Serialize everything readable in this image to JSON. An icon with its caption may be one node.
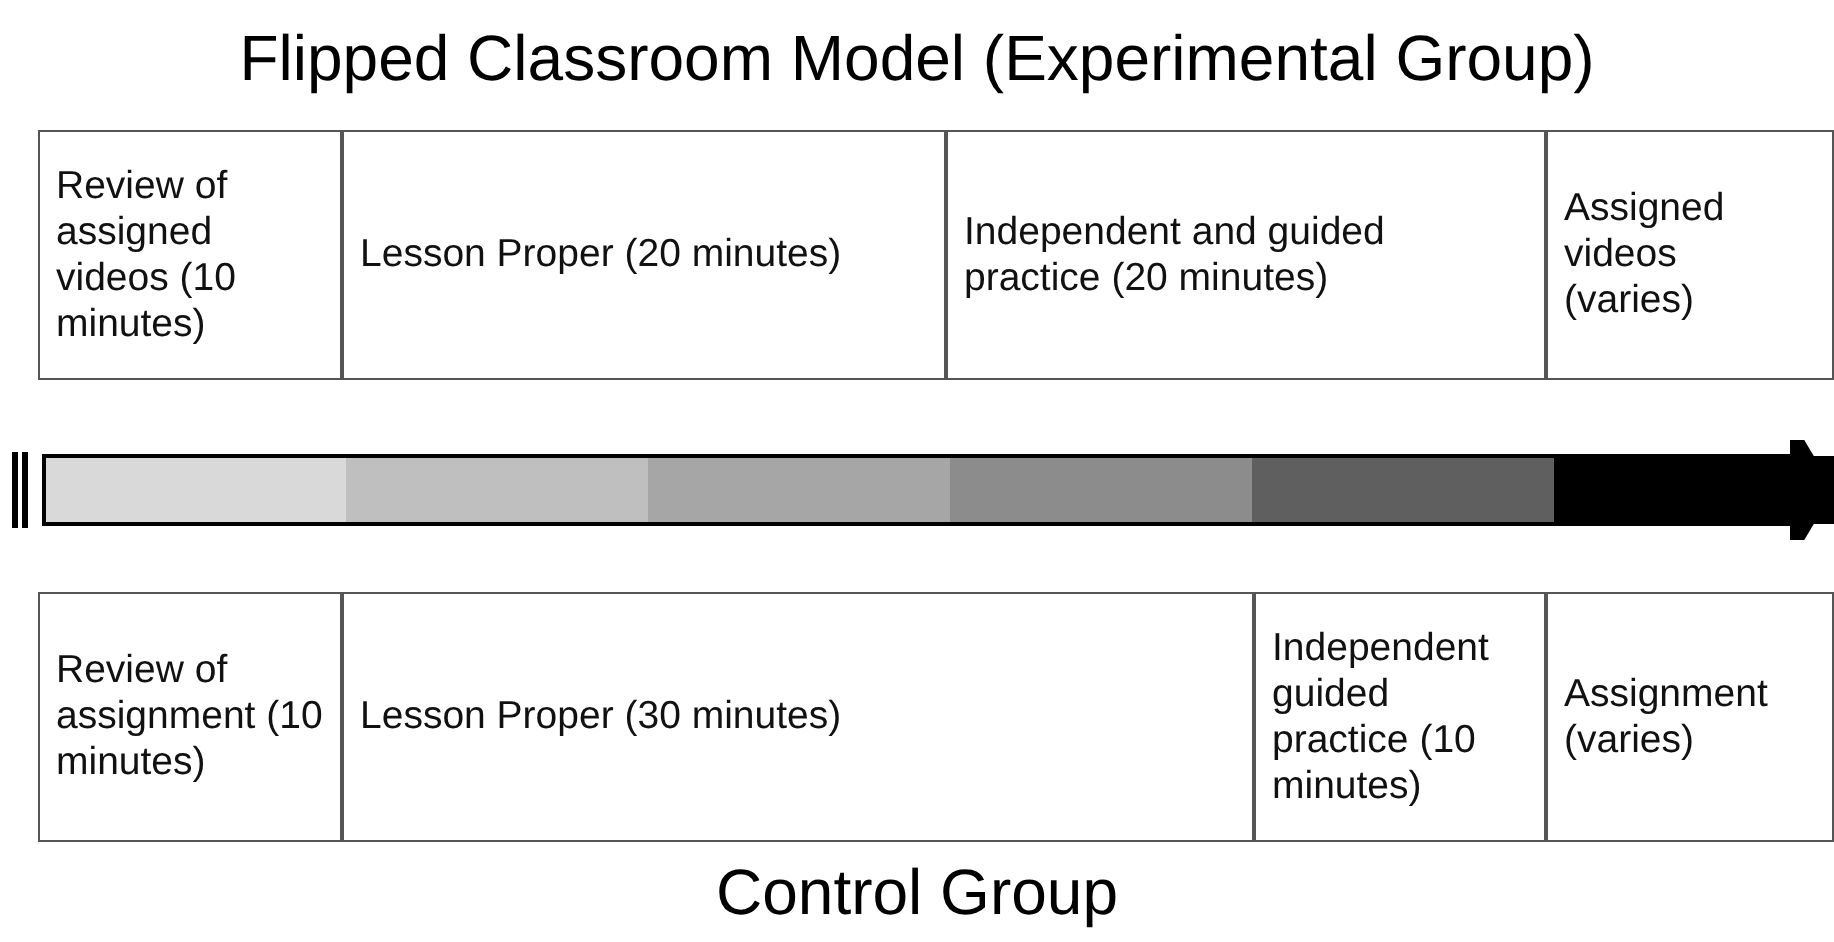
{
  "diagram": {
    "title": "Flipped Classroom Model (Experimental Group)",
    "nodes": [
      {
        "text": [
          "Review of assigned videos (10 minutes)"
        ]
      },
      {
        "text": [
          "Lesson Proper (20 minutes)"
        ]
      },
      {
        "text": [
          "Independent and guided practice (20 minutes)"
        ]
      },
      {
        "text": [
          "Assigned videos (varies)"
        ]
      },
      {
        "text": [
          "Review of assignment (10 minutes)"
        ]
      },
      {
        "text": [
          "Lesson Proper (30 minutes)"
        ]
      },
      {
        "text": [
          "Independent guided practice (10 minutes)"
        ]
      },
      {
        "text": [
          "Assignment (varies)"
        ]
      }
    ],
    "labels": [
      "Control Group"
    ]
  }
}
